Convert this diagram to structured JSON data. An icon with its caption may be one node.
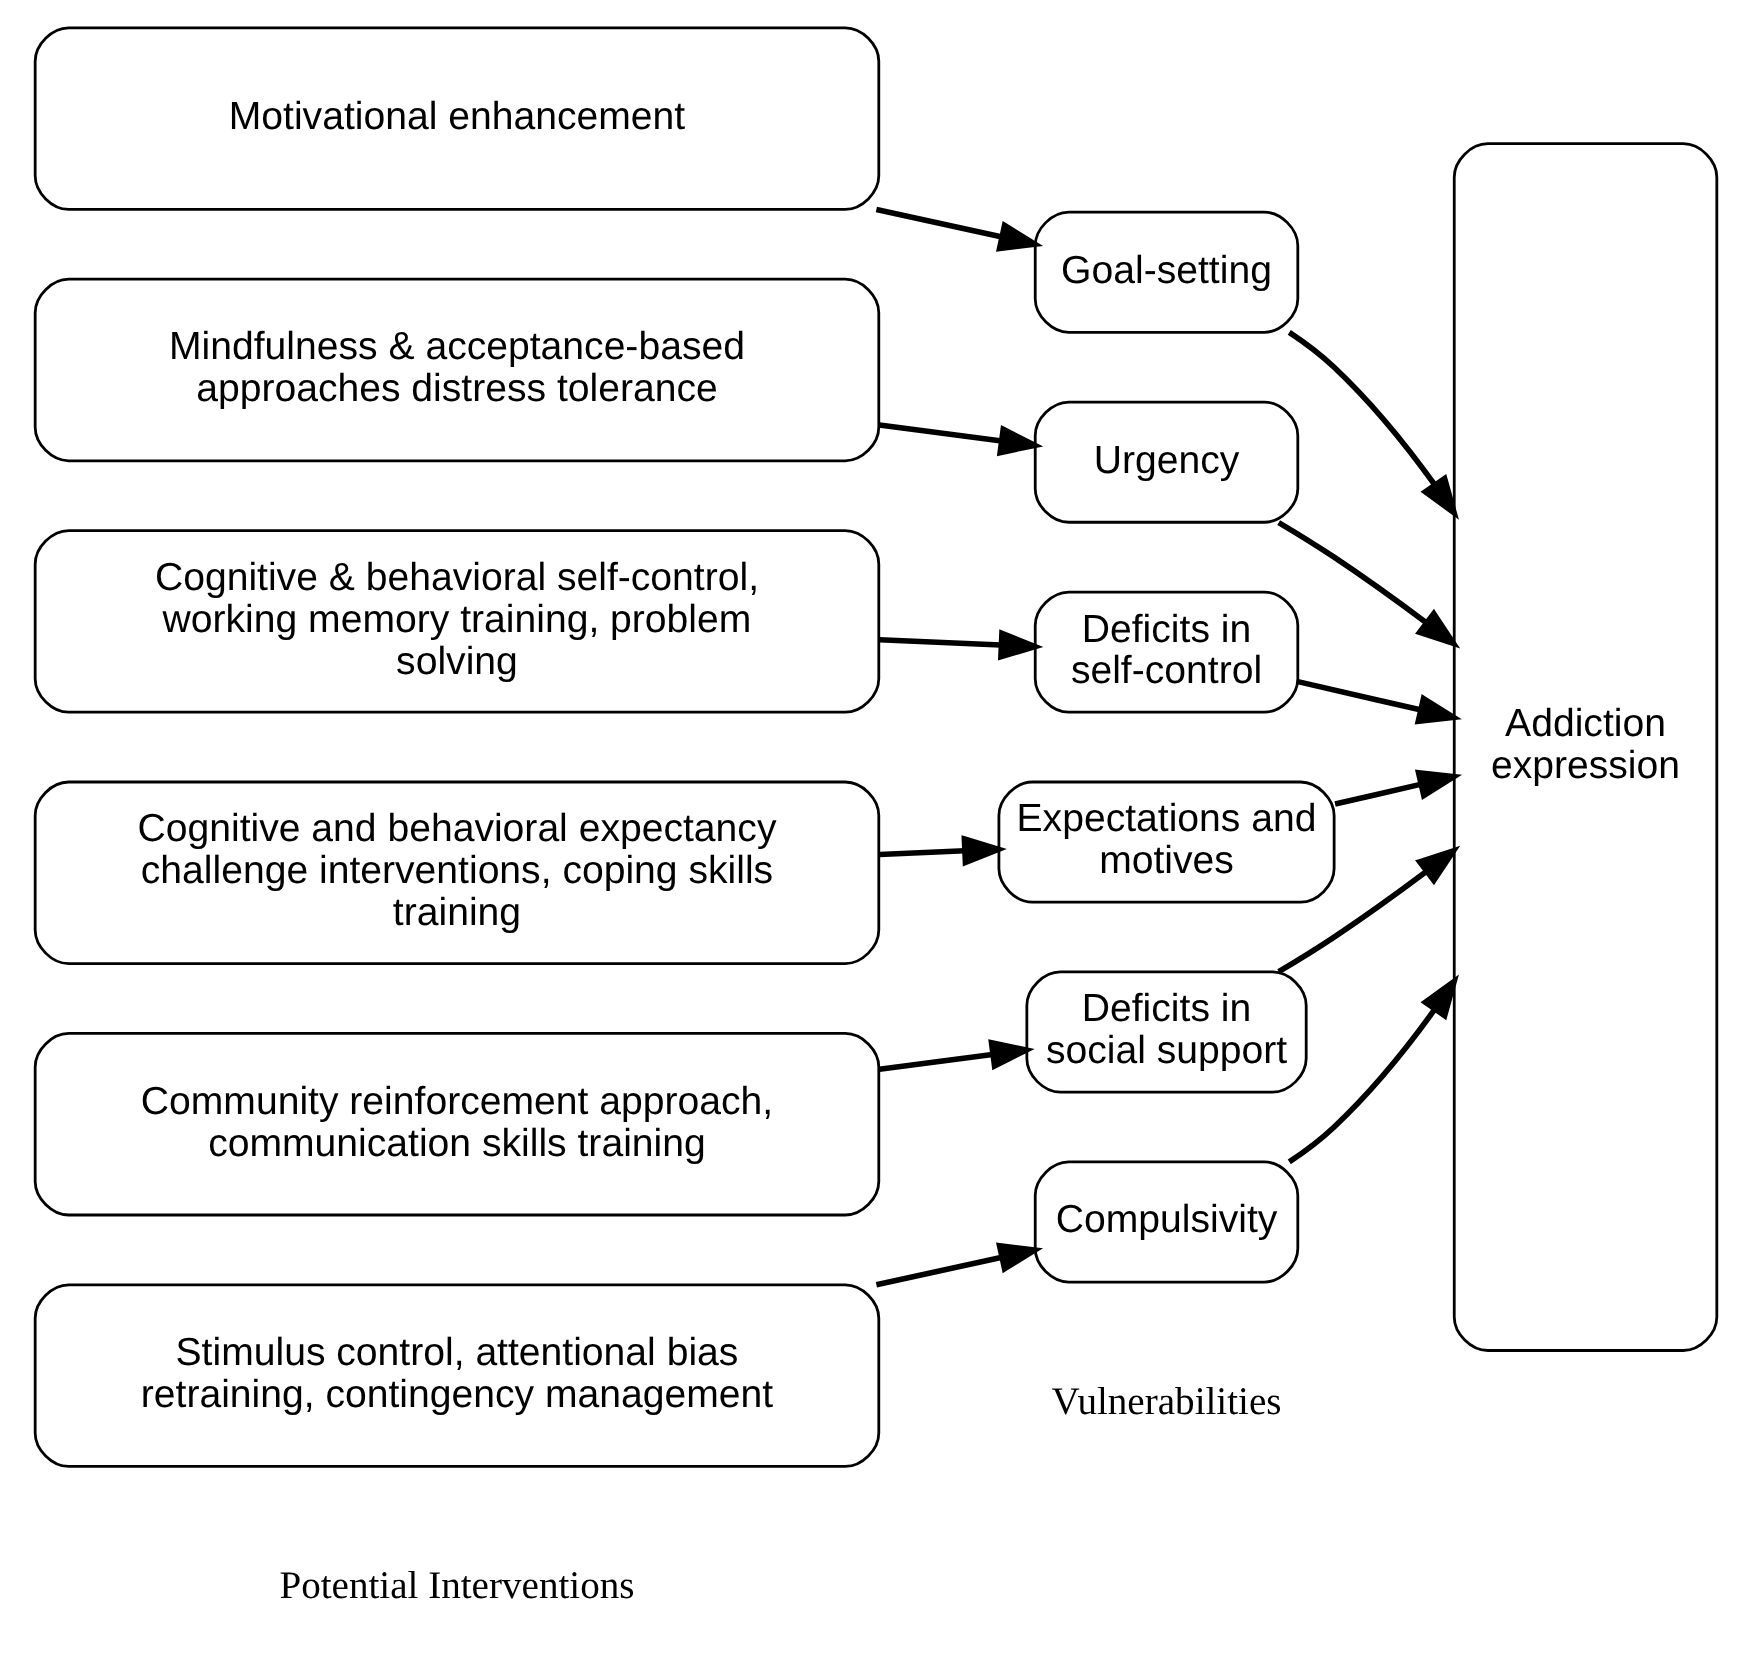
{
  "diagram": {
    "nodes": [
      {
        "text": [
          "Motivational enhancement"
        ]
      },
      {
        "text": [
          "Mindfulness & acceptance-based approaches distress tolerance"
        ]
      },
      {
        "text": [
          "Cognitive & behavioral self-control, working memory training, problem solving"
        ]
      },
      {
        "text": [
          "Cognitive and behavioral expectancy challenge interventions, coping skills training"
        ]
      },
      {
        "text": [
          "Community reinforcement approach, communication skills training"
        ]
      },
      {
        "text": [
          "Stimulus control, attentional bias retraining, contingency management"
        ]
      },
      {
        "text": [
          "Goal-setting"
        ]
      },
      {
        "text": [
          "Urgency"
        ]
      },
      {
        "text": [
          "Deficits in self-control"
        ]
      },
      {
        "text": [
          "Expectations and motives"
        ]
      },
      {
        "text": [
          "Deficits in social support"
        ]
      },
      {
        "text": [
          "Compulsivity"
        ]
      },
      {
        "text": [
          "Addiction expression"
        ]
      }
    ],
    "edges": [
      {
        "from": 0,
        "to": 6,
        "arrow": "to"
      },
      {
        "from": 1,
        "to": 7,
        "arrow": "to"
      },
      {
        "from": 2,
        "to": 8,
        "arrow": "to"
      },
      {
        "from": 3,
        "to": 9,
        "arrow": "to"
      },
      {
        "from": 4,
        "to": 10,
        "arrow": "to"
      },
      {
        "from": 5,
        "to": 11,
        "arrow": "to"
      },
      {
        "from": 6,
        "to": 12,
        "arrow": "to"
      },
      {
        "from": 7,
        "to": 12,
        "arrow": "to"
      },
      {
        "from": 8,
        "to": 12,
        "arrow": "to"
      },
      {
        "from": 9,
        "to": 12,
        "arrow": "to"
      },
      {
        "from": 10,
        "to": 12,
        "arrow": "to"
      },
      {
        "from": 11,
        "to": 12,
        "arrow": "to"
      }
    ],
    "labels": [
      "Potential Interventions",
      "Vulnerabilities"
    ]
  }
}
